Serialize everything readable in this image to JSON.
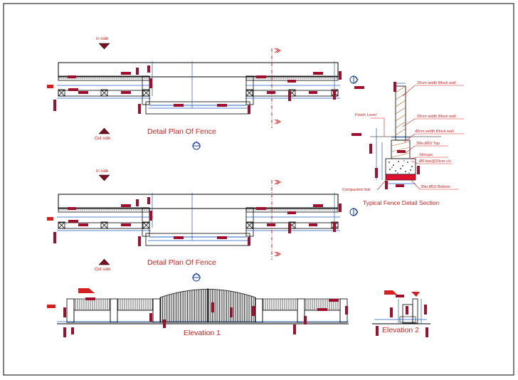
{
  "title_plan_1": "Detail Plan Of  Fence",
  "title_plan_2": "Detail Plan Of  Fence",
  "label_inside_1": "in side",
  "label_outside_1": "Out side",
  "label_inside_2": "in side",
  "label_outside_2": "Out side",
  "section_title": "Typical Fence Detail Section",
  "section_notes": {
    "block_wall_20_a": "20cm width Block wall",
    "finish_level": "Finish Level",
    "block_wall_20_b": "20cm width Block wall",
    "block_wall_40": "40cm width Block wall",
    "top_bars": "3No.Ø10 Top",
    "stirrups": "Stirrups",
    "stirrup_spacing": "Ø6 bar@20cm c/c",
    "compacted_soil": "Compacted Soil",
    "bottom_bars": "3No.Ø10 Bottom"
  },
  "elevation_1_title": "Elevation 1",
  "elevation_2_title": "Elevation 2",
  "colors": {
    "line": "#000000",
    "dimension": "#1f5fbf",
    "annotation": "#d42020",
    "tag": "#a0102e",
    "hatch": "#b5651d"
  }
}
